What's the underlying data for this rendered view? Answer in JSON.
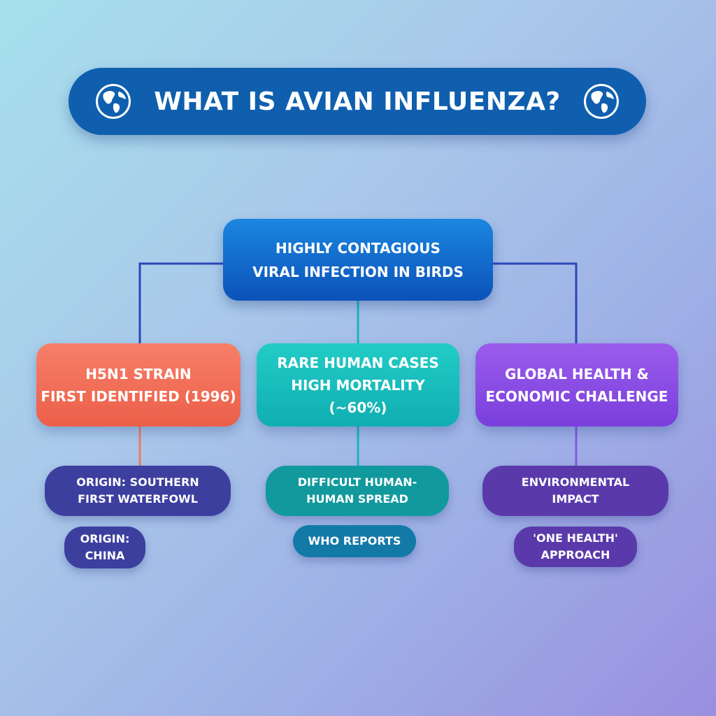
{
  "header": {
    "title": "WHAT IS AVIAN INFLUENZA?",
    "left_icon": "globe-icon",
    "right_icon": "globe-icon"
  },
  "colors": {
    "title_bar": "#0f5fae",
    "root": "#0b52b8",
    "category_left": "#ec5f49",
    "category_middle": "#10aeb2",
    "category_right": "#7a3fdc",
    "sub_left": "#3d3f9f",
    "sub_middle": "#12999e",
    "sub_middle_small": "#137aa8",
    "sub_right": "#5a3aab"
  },
  "diagram": {
    "root": {
      "line1": "HIGHLY CONTAGIOUS",
      "line2": "VIRAL INFECTION IN BIRDS"
    },
    "categories": [
      {
        "line1": "H5N1 STRAIN",
        "line2": "FIRST IDENTIFIED (1996)",
        "details": [
          {
            "line1": "ORIGIN: SOUTHERN",
            "line2": "FIRST WATERFOWL"
          },
          {
            "line1": "ORIGIN:",
            "line2": "CHINA"
          }
        ]
      },
      {
        "line1": "RARE HUMAN CASES",
        "line2": "HIGH MORTALITY (~60%)",
        "details": [
          {
            "line1": "DIFFICULT HUMAN-",
            "line2": "HUMAN SPREAD"
          },
          {
            "line1": "WHO REPORTS"
          }
        ]
      },
      {
        "line1": "GLOBAL HEALTH &",
        "line2": "ECONOMIC CHALLENGE",
        "details": [
          {
            "line1": "ENVIRONMENTAL",
            "line2": "IMPACT"
          },
          {
            "line1": "'ONE HEALTH'",
            "line2": "APPROACH"
          }
        ]
      }
    ]
  }
}
